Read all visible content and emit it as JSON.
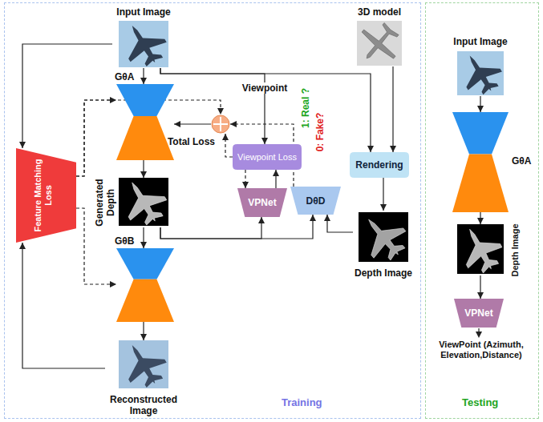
{
  "diagram": {
    "nodes": [
      {
        "text": [
          "Training"
        ]
      },
      {
        "text": [
          "Input Image"
        ],
        "in": 0
      },
      {
        "text": [
          "3D model"
        ],
        "in": 0
      },
      {
        "text": [
          "GθA"
        ],
        "in": 0
      },
      {
        "text": [
          "Total Loss"
        ],
        "in": 0
      },
      {
        "text": [
          "Viewpoint Loss"
        ],
        "in": 0
      },
      {
        "text": [
          "DθD"
        ],
        "in": 0
      },
      {
        "text": [
          "Feature Matching Loss"
        ],
        "in": 0
      },
      {
        "text": [
          "Rendering"
        ],
        "in": 0
      },
      {
        "text": [
          "Generated Depth"
        ],
        "in": 0
      },
      {
        "text": [
          "VPNet"
        ],
        "in": 0
      },
      {
        "text": [
          "Depth Image"
        ],
        "in": 0
      },
      {
        "text": [
          "GθB"
        ],
        "in": 0
      },
      {
        "text": [
          "Reconstructed Image"
        ],
        "in": 0
      },
      {
        "text": [
          "Testing"
        ]
      },
      {
        "text": [
          "Input Image"
        ],
        "in": 14
      },
      {
        "text": [
          "GθA"
        ],
        "in": 14
      },
      {
        "text": [
          "Depth Image"
        ],
        "in": 14
      },
      {
        "text": [
          "VPNet"
        ],
        "in": 14
      }
    ],
    "edges": [
      {
        "from": 1,
        "to": 3,
        "arrow": "to"
      },
      {
        "from": 3,
        "to": 9,
        "arrow": "to"
      },
      {
        "from": 9,
        "to": 12,
        "arrow": "to"
      },
      {
        "from": 12,
        "to": 13,
        "arrow": "to"
      },
      {
        "from": 13,
        "to": 7,
        "arrow": "to"
      },
      {
        "from": 1,
        "to": 7,
        "arrow": "to"
      },
      {
        "from": 7,
        "to": 3,
        "arrow": "to"
      },
      {
        "from": 7,
        "to": 12,
        "arrow": "to"
      },
      {
        "from": 7,
        "to": 4,
        "arrow": "to"
      },
      {
        "from": 4,
        "to": 3,
        "arrow": "to"
      },
      {
        "from": 5,
        "to": 4,
        "arrow": "to"
      },
      {
        "from": 6,
        "to": 4,
        "arrow": "to"
      },
      {
        "from": 1,
        "to": 5,
        "label": "Viewpoint",
        "arrow": "to"
      },
      {
        "from": 1,
        "to": 8,
        "arrow": "to"
      },
      {
        "from": 2,
        "to": 8,
        "arrow": "to"
      },
      {
        "from": 8,
        "to": 11,
        "arrow": "to"
      },
      {
        "from": 11,
        "to": 6,
        "arrow": "to"
      },
      {
        "from": 9,
        "to": 10,
        "arrow": "to"
      },
      {
        "from": 9,
        "to": 6,
        "arrow": "to"
      },
      {
        "from": 10,
        "to": 5,
        "arrow": "to"
      },
      {
        "from": 5,
        "to": 10,
        "arrow": "to"
      },
      {
        "from": 15,
        "to": 16,
        "arrow": "to"
      },
      {
        "from": 16,
        "to": 17,
        "arrow": "to"
      },
      {
        "from": 17,
        "to": 18,
        "arrow": "to"
      }
    ],
    "labels": [
      "1: Real ?",
      "0: Fake?",
      "ViewPoint (Azimuth, Elevation,Distance)"
    ]
  }
}
